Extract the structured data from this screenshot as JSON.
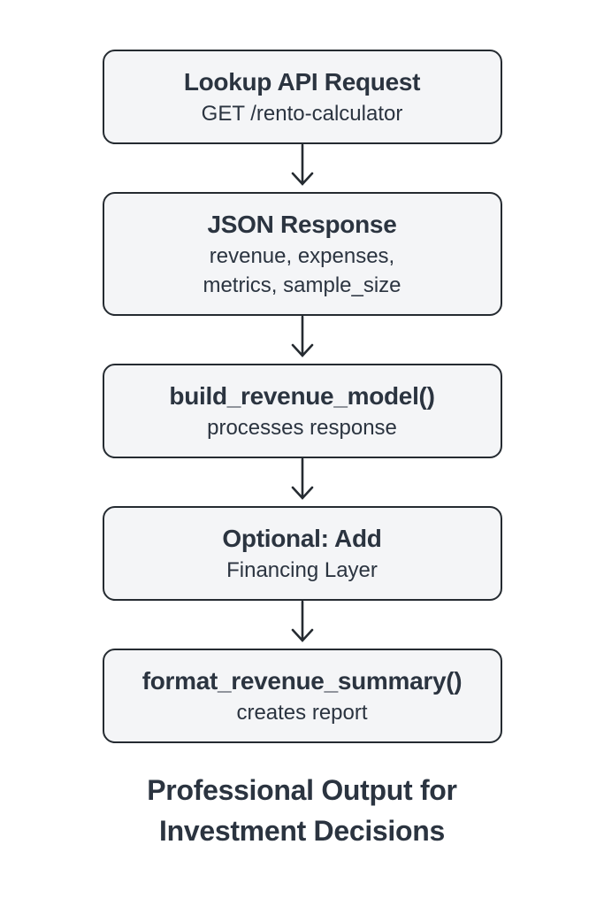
{
  "colors": {
    "background": "#ffffff",
    "boxFill": "#f4f5f7",
    "border": "#252b31",
    "text": "#2b3440"
  },
  "steps": [
    {
      "title": "Lookup API Request",
      "subtitle": "GET /rento-calculator"
    },
    {
      "title": "JSON Response",
      "subtitle": "revenue, expenses,\nmetrics, sample_size"
    },
    {
      "title": "build_revenue_model()",
      "subtitle": "processes response"
    },
    {
      "title": "Optional: Add",
      "subtitle": "Financing Layer"
    },
    {
      "title": "format_revenue_summary()",
      "subtitle": "creates report"
    }
  ],
  "footer": {
    "caption": "Professional Output for\nInvestment Decisions"
  }
}
